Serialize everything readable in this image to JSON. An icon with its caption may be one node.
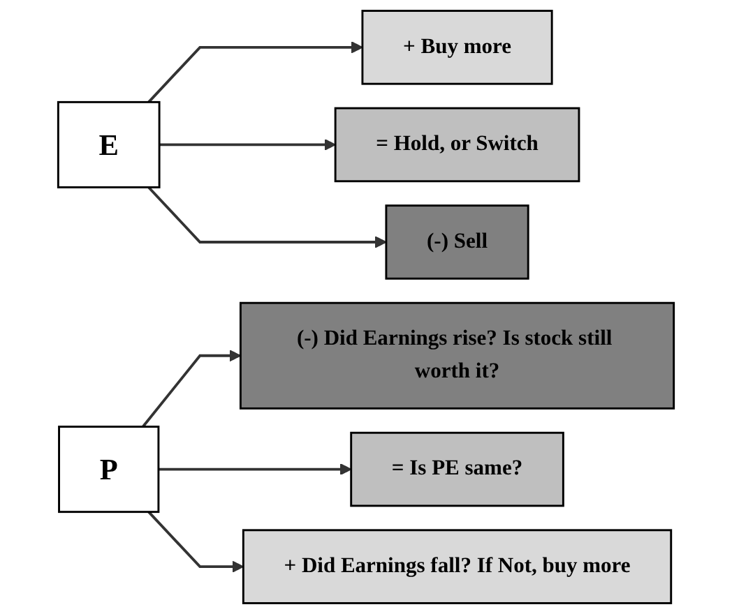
{
  "diagram": {
    "nodes": [
      {
        "text": [
          "E"
        ]
      },
      {
        "text": [
          "+ Buy more"
        ]
      },
      {
        "text": [
          "= Hold, or Switch"
        ]
      },
      {
        "text": [
          "(-) Sell"
        ]
      },
      {
        "text": [
          "P"
        ]
      },
      {
        "text": [
          "(-) Did Earnings rise? Is stock still worth it?"
        ]
      },
      {
        "text": [
          "= Is PE same?"
        ]
      },
      {
        "text": [
          "+ Did Earnings fall? If Not, buy more"
        ]
      }
    ],
    "edges": [
      {
        "from": 0,
        "to": 1,
        "arrow": "to"
      },
      {
        "from": 0,
        "to": 2,
        "arrow": "to"
      },
      {
        "from": 0,
        "to": 3,
        "arrow": "to"
      },
      {
        "from": 4,
        "to": 5,
        "arrow": "to"
      },
      {
        "from": 4,
        "to": 6,
        "arrow": "to"
      },
      {
        "from": 4,
        "to": 7,
        "arrow": "to"
      }
    ]
  }
}
